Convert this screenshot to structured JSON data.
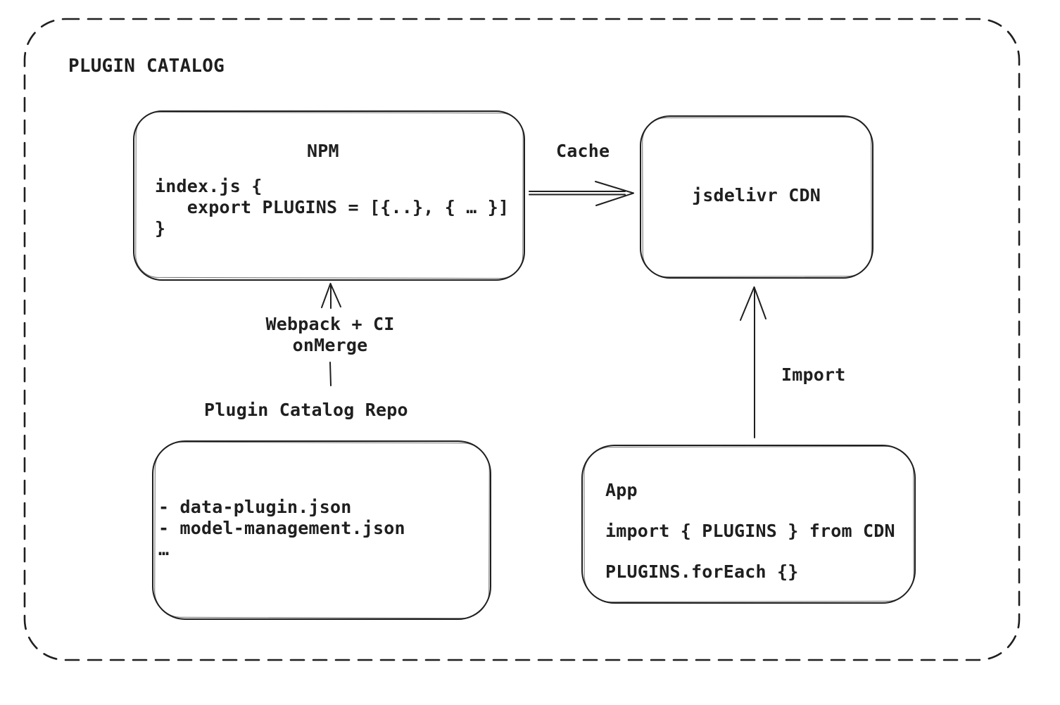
{
  "diagram": {
    "title": "PLUGIN CATALOG",
    "nodes": {
      "npm": {
        "title": "NPM",
        "code": "index.js {\n   export PLUGINS = [{..}, { … }]\n}"
      },
      "cdn": {
        "label": "jsdelivr CDN"
      },
      "repo": {
        "title": "Plugin Catalog Repo",
        "files": "- data-plugin.json\n- model-management.json\n…"
      },
      "app": {
        "title": "App",
        "code": "import { PLUGINS } from CDN\n\nPLUGINS.forEach {}"
      }
    },
    "edges": {
      "cache": {
        "label": "Cache"
      },
      "build": {
        "label": "Webpack + CI\nonMerge"
      },
      "import": {
        "label": "Import"
      }
    },
    "colors": {
      "stroke": "#1f1f1f",
      "background": "#ffffff"
    }
  }
}
